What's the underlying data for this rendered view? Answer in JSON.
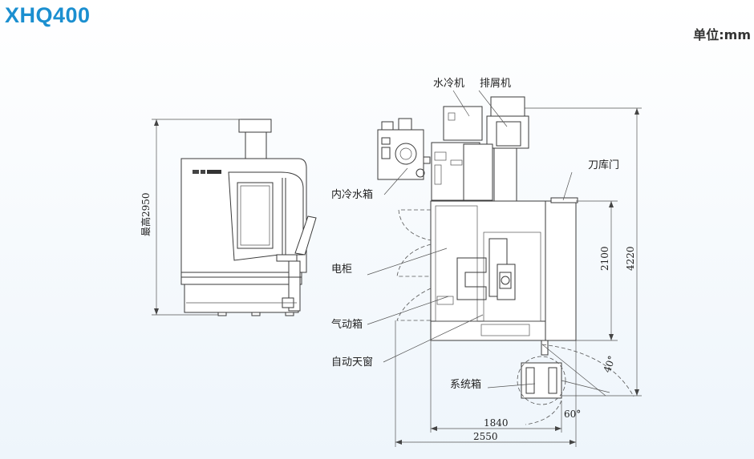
{
  "header": {
    "title": "XHQ400",
    "unit": "单位:mm"
  },
  "labels": {
    "water_chiller": "水冷机",
    "chip_conveyor": "排屑机",
    "tool_door": "刀库门",
    "inner_coolant_tank": "内冷水箱",
    "electric_cabinet": "电柜",
    "pneumatic_box": "气动箱",
    "auto_skylight": "自动天窗",
    "system_box": "系统箱"
  },
  "dimensions": {
    "max_height": "最高2950",
    "height_2100": "2100",
    "height_4220": "4220",
    "width_1840": "1840",
    "width_2550": "2550",
    "angle_40": "40°",
    "angle_60": "60°"
  }
}
